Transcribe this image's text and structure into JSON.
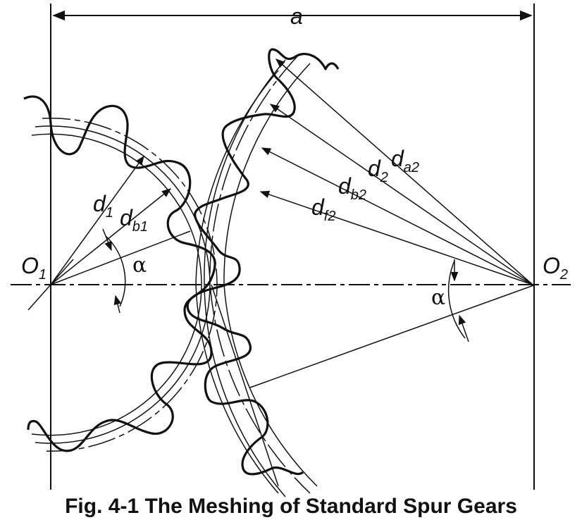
{
  "labels": {
    "a": "a",
    "O1": "O",
    "O1_sub": "1",
    "O2": "O",
    "O2_sub": "2",
    "d1": "d",
    "d1_sub": "1",
    "db1": "d",
    "db1_sub": "b1",
    "d2": "d",
    "d2_sub": "2",
    "da2": "d",
    "da2_sub": "a2",
    "db2": "d",
    "db2_sub": "b2",
    "df2": "d",
    "df2_sub": "f2",
    "alpha_left": "α",
    "alpha_right": "α"
  },
  "caption": "Fig. 4-1 The Meshing of Standard Spur Gears",
  "colors": {
    "ink": "#111111",
    "background": "#ffffff"
  }
}
